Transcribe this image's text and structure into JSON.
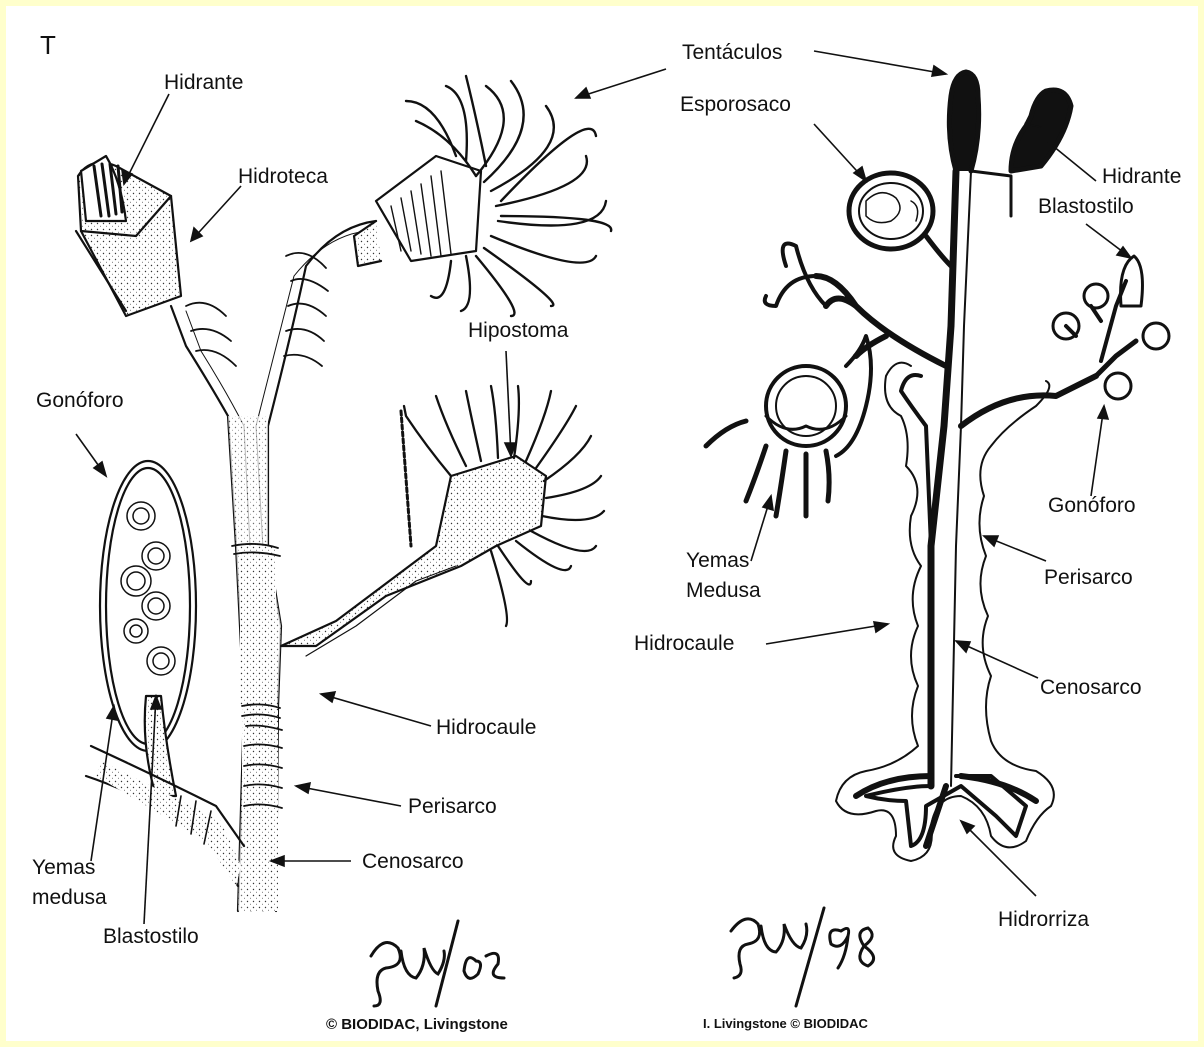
{
  "corner_letter": "T",
  "left_figure": {
    "labels": {
      "hidrante": "Hidrante",
      "hidroteca": "Hidroteca",
      "hipostoma": "Hipostoma",
      "gonoforo": "Gonóforo",
      "hidrocaule": "Hidrocaule",
      "perisarco": "Perisarco",
      "cenosarco": "Cenosarco",
      "yemas_medusa": "Yemas\nmedusa",
      "blastostilo": "Blastostilo"
    },
    "credit": "© BIODIDAC, Livingstone"
  },
  "right_figure": {
    "labels": {
      "tentaculos": "Tentáculos",
      "esporosaco": "Esporosaco",
      "hidrante": "Hidrante",
      "blastostilo": "Blastostilo",
      "gonoforo": "Gonóforo",
      "perisarco": "Perisarco",
      "yemas_medusa": "Yemas\nMedusa",
      "hidrocaule": "Hidrocaule",
      "cenosarco": "Cenosarco",
      "hidrorriza": "Hidrorriza"
    },
    "credit": "I. Livingstone © BIODIDAC"
  },
  "colors": {
    "border": "#ffffcc",
    "ink": "#111111",
    "paper": "#ffffff"
  }
}
